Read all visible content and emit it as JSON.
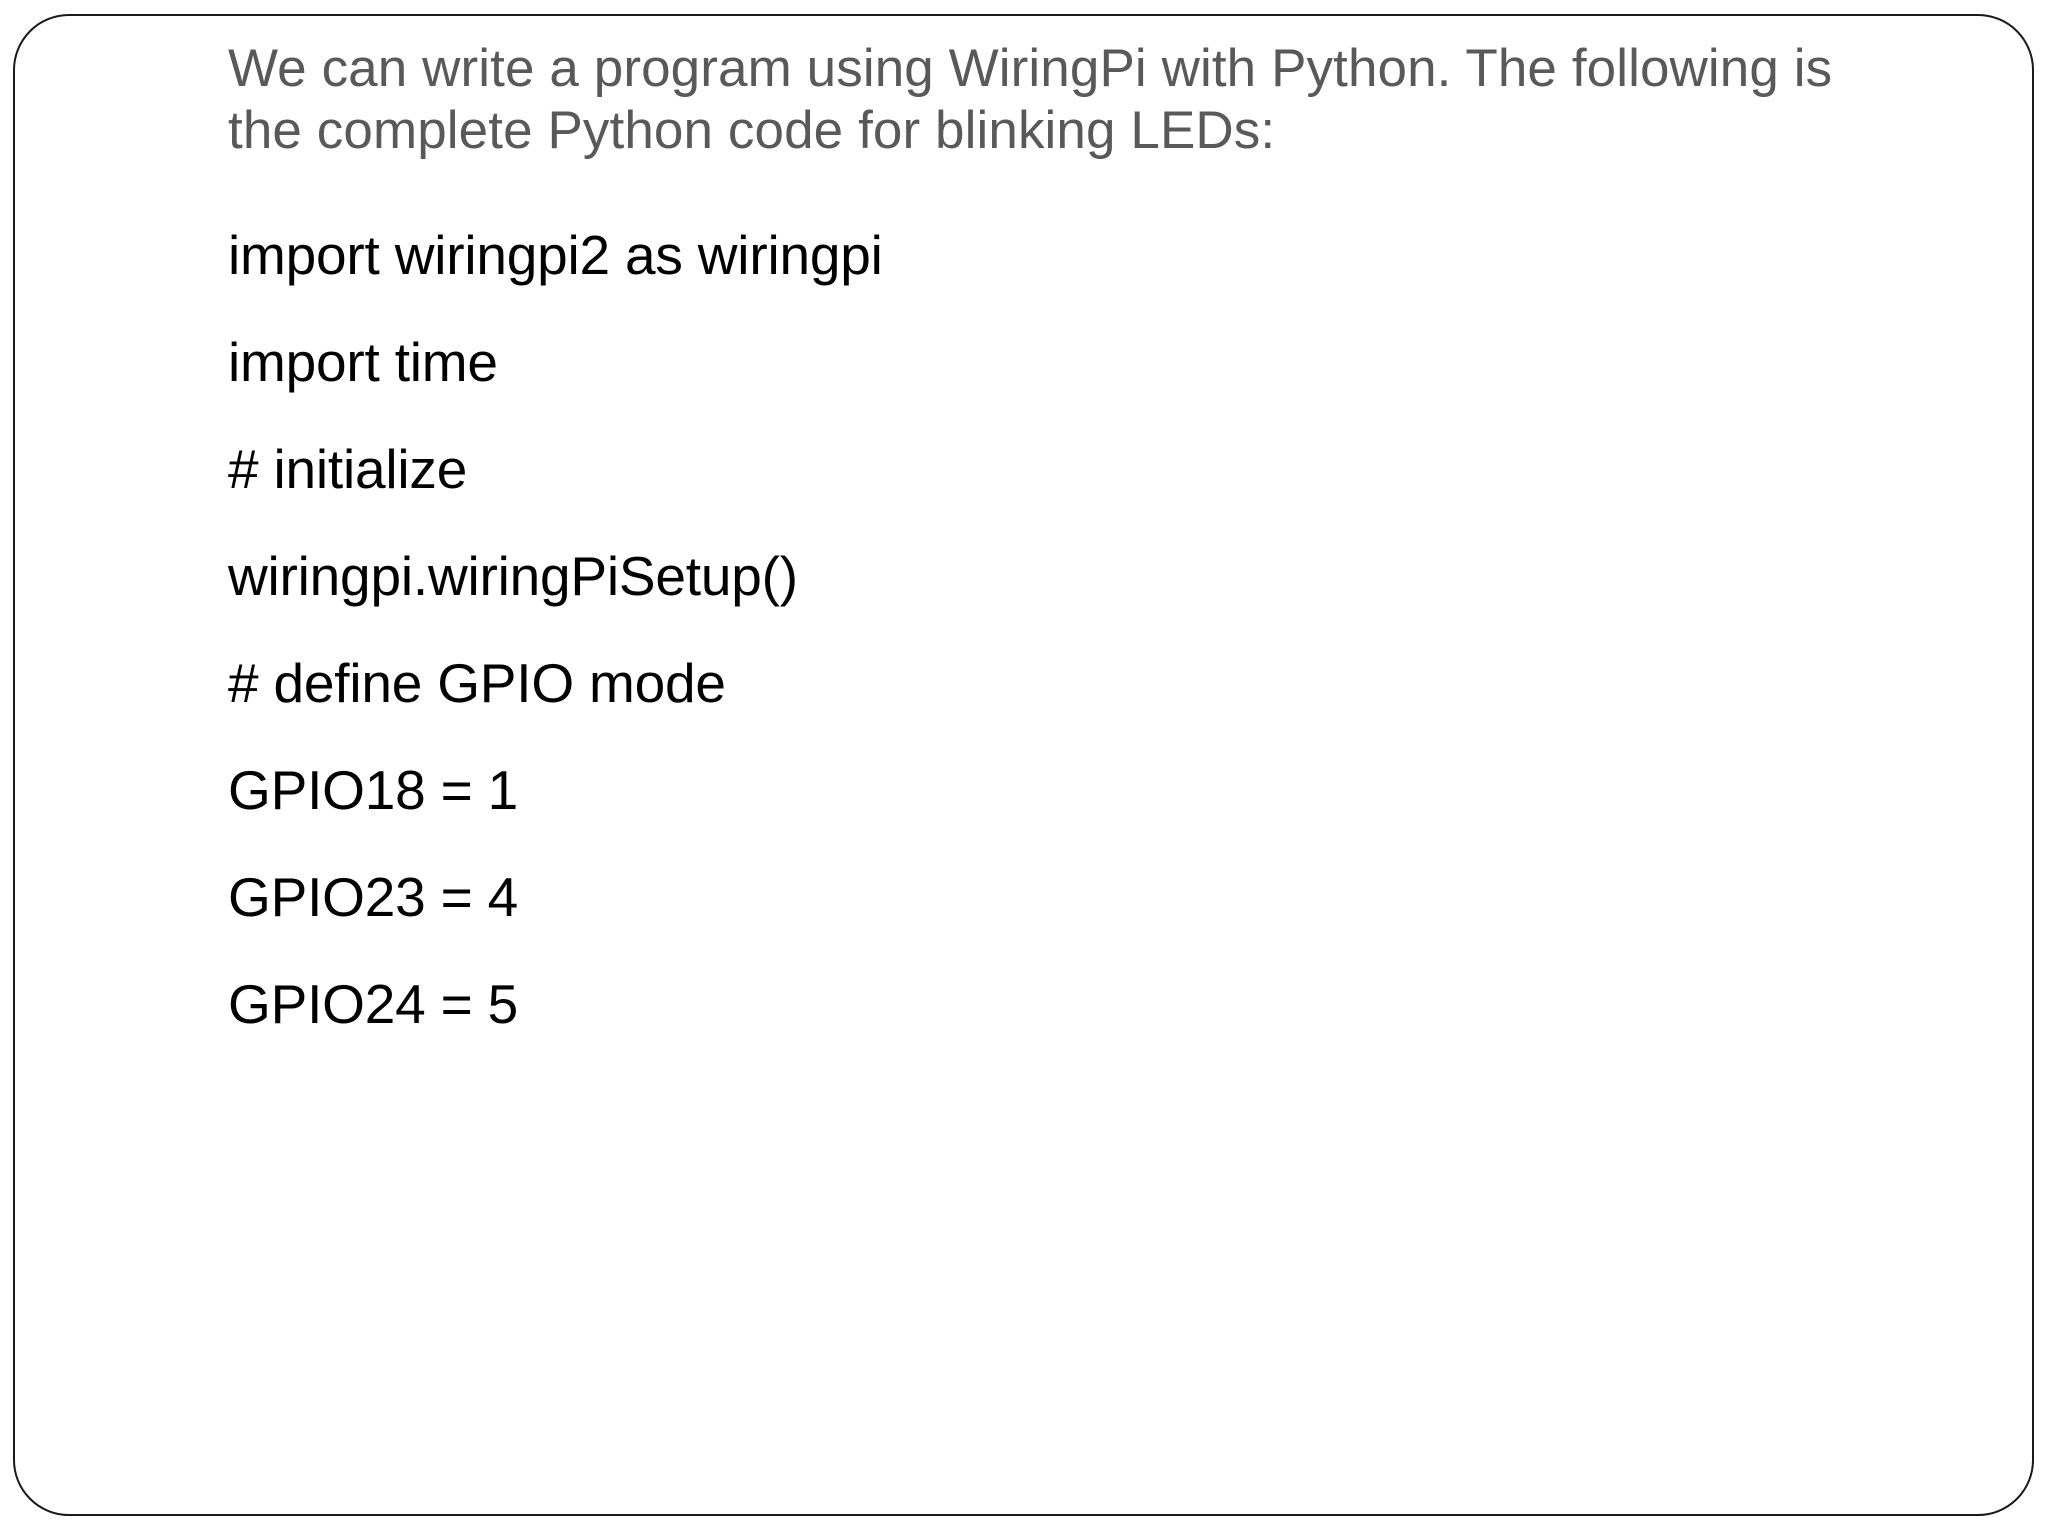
{
  "slide": {
    "intro_paragraph": "We can write a program using WiringPi with Python. The following is the complete Python code for blinking LEDs:",
    "code_lines": [
      "import wiringpi2 as wiringpi",
      "import time",
      "# initialize",
      "wiringpi.wiringPiSetup()",
      "# define GPIO mode",
      "GPIO18 = 1",
      "GPIO23 = 4",
      "GPIO24 = 5"
    ],
    "colors": {
      "intro_text": "#595959",
      "code_text": "#000000",
      "frame_border": "#1a1a1a",
      "background": "#ffffff"
    }
  }
}
